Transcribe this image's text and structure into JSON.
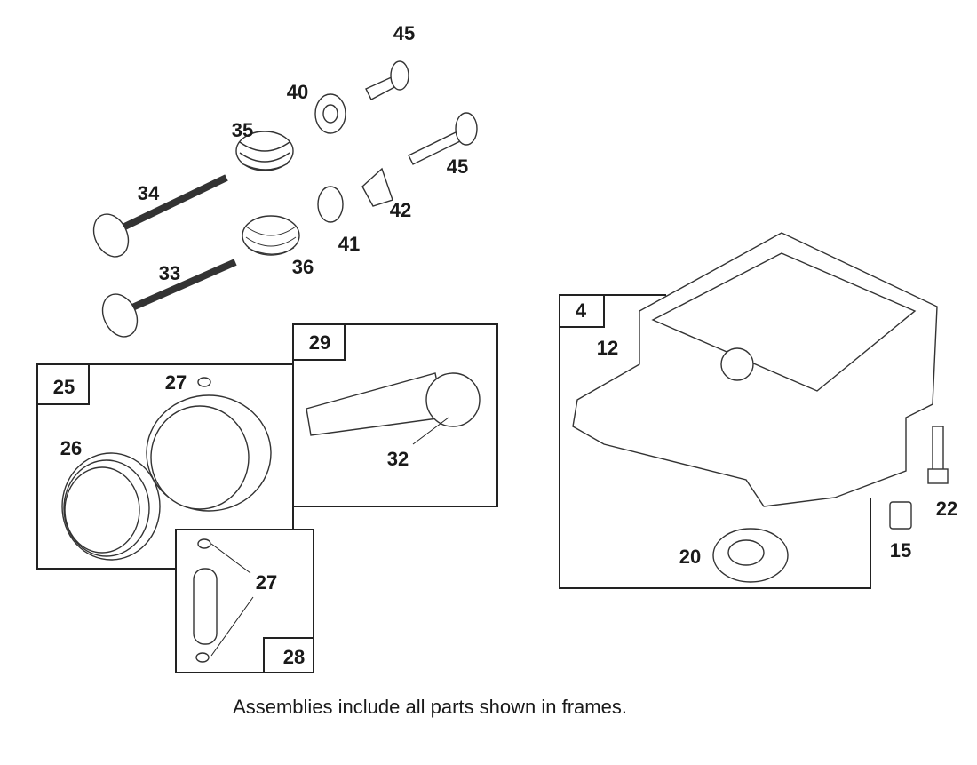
{
  "callouts": {
    "p45a": "45",
    "p40": "40",
    "p35": "35",
    "p45b": "45",
    "p34": "34",
    "p42": "42",
    "p41": "41",
    "p36": "36",
    "p33": "33",
    "p29": "29",
    "p25": "25",
    "p27a": "27",
    "p26": "26",
    "p32": "32",
    "p27b": "27",
    "p28": "28",
    "p4": "4",
    "p12": "12",
    "p22": "22",
    "p15": "15",
    "p20": "20"
  },
  "caption": "Assemblies include all parts shown in frames."
}
